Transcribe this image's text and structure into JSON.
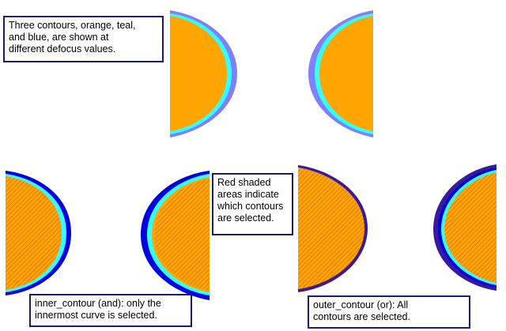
{
  "panels": {
    "top": {
      "caption": "Three contours, orange, teal,\nand blue, are shown at\ndifferent defocus values."
    },
    "middle": {
      "caption": "Red shaded\nareas indicate\nwhich contours\nare selected."
    },
    "bottom_left": {
      "caption": "inner_contour (and): only the\ninnermost curve is selected."
    },
    "bottom_right": {
      "caption": "outer_contour (or): All\ncontours are selected."
    }
  },
  "colors": {
    "orange": "#ffa500",
    "teal": "#33ffff",
    "blue_light": "#8080ff",
    "blue_dark": "#0000e0",
    "indigo": "#3a1a9c",
    "hatch": "#d45a1a",
    "border": "#1a1a6e"
  }
}
